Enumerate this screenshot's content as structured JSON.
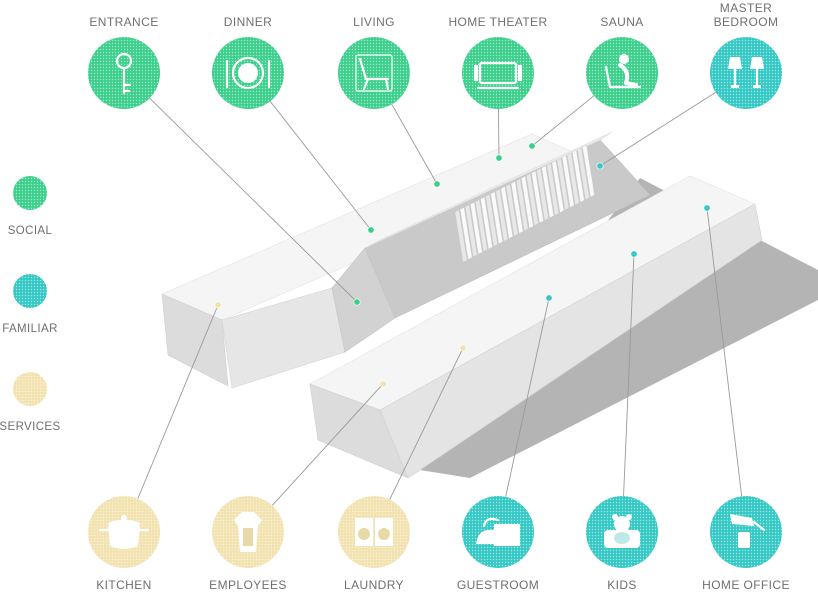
{
  "colors": {
    "social": "#3ccf8c",
    "familiar": "#35c8c4",
    "services": "#f2e2b0",
    "block_top": "#f4f4f4",
    "block_side": "#d6d6d6",
    "block_shade": "#c8c8c8",
    "shadow": "#b2b2b2",
    "leader": "#9a9a9a",
    "text": "#6f6f6f"
  },
  "legend": [
    {
      "id": "social",
      "label": "SOCIAL",
      "color": "#3ccf8c"
    },
    {
      "id": "familiar",
      "label": "FAMILIAR",
      "color": "#35c8c4"
    },
    {
      "id": "services",
      "label": "SERVICES",
      "color": "#f2e2b0"
    }
  ],
  "top_rooms": [
    {
      "id": "entrance",
      "label_lines": [
        "ENTRANCE"
      ],
      "category": "social",
      "icon": "key-icon"
    },
    {
      "id": "dinner",
      "label_lines": [
        "DINNER"
      ],
      "category": "social",
      "icon": "plate-icon"
    },
    {
      "id": "living",
      "label_lines": [
        "LIVING"
      ],
      "category": "social",
      "icon": "armchair-icon"
    },
    {
      "id": "home-theater",
      "label_lines": [
        "HOME THEATER"
      ],
      "category": "social",
      "icon": "screen-icon"
    },
    {
      "id": "sauna",
      "label_lines": [
        "SAUNA"
      ],
      "category": "social",
      "icon": "sauna-person-icon"
    },
    {
      "id": "master-bedroom",
      "label_lines": [
        "MASTER",
        "BEDROOM"
      ],
      "category": "familiar",
      "icon": "bedside-lamps-icon"
    }
  ],
  "bottom_rooms": [
    {
      "id": "kitchen",
      "label_lines": [
        "KITCHEN"
      ],
      "category": "services",
      "icon": "cooking-pot-icon"
    },
    {
      "id": "employees",
      "label_lines": [
        "EMPLOYEES"
      ],
      "category": "services",
      "icon": "uniform-icon"
    },
    {
      "id": "laundry",
      "label_lines": [
        "LAUNDRY"
      ],
      "category": "services",
      "icon": "washing-machine-icon"
    },
    {
      "id": "guestroom",
      "label_lines": [
        "GUESTROOM"
      ],
      "category": "familiar",
      "icon": "bed-pillow-icon"
    },
    {
      "id": "kids",
      "label_lines": [
        "KIDS"
      ],
      "category": "familiar",
      "icon": "teddy-bear-icon"
    },
    {
      "id": "home-office",
      "label_lines": [
        "HOME OFFICE"
      ],
      "category": "familiar",
      "icon": "desk-lamp-icon"
    }
  ]
}
